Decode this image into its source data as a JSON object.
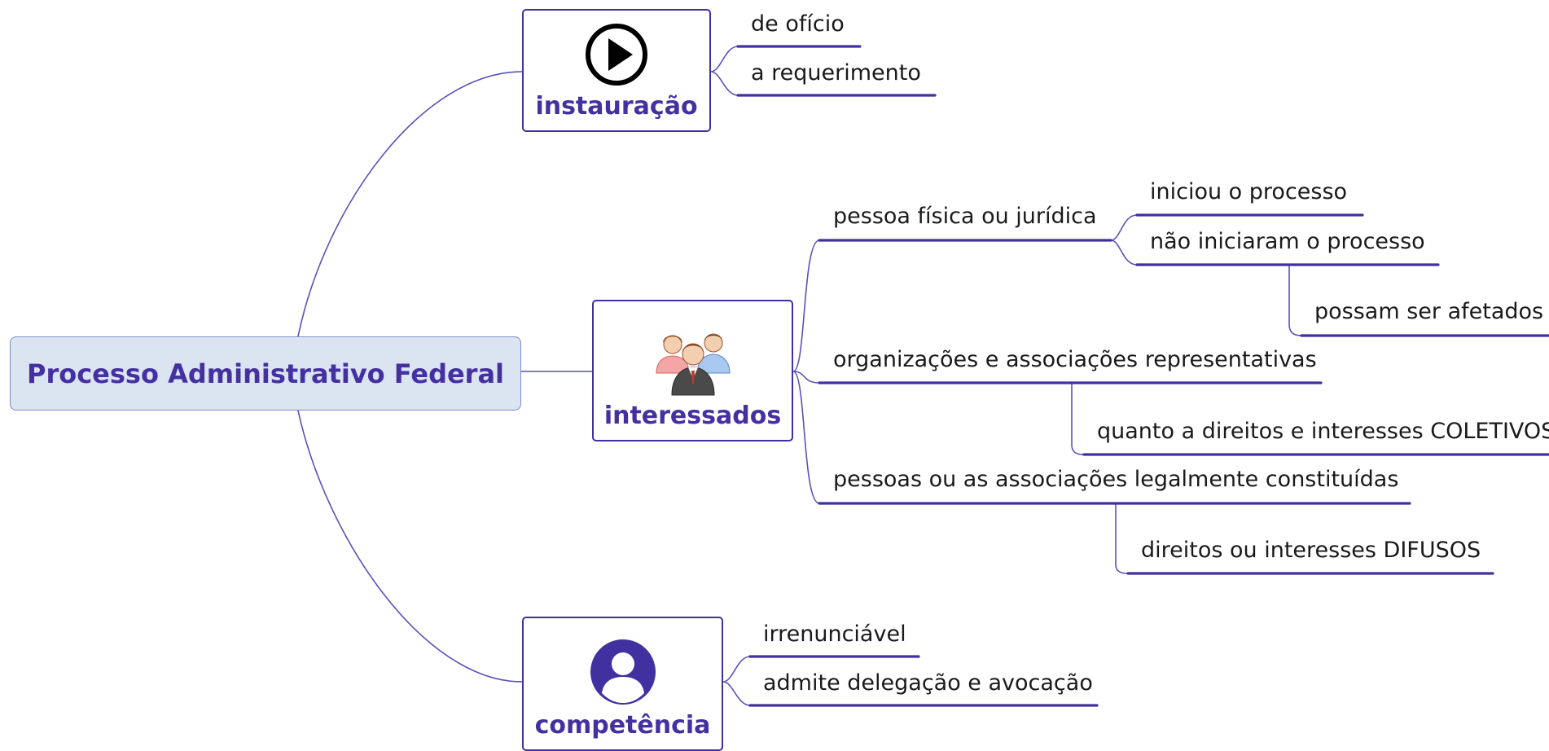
{
  "root": {
    "label": "Processo Administrativo Federal"
  },
  "branches": {
    "instauracao": {
      "label": "instauração",
      "icon": "play-icon",
      "children": [
        "de ofício",
        "a requerimento"
      ]
    },
    "interessados": {
      "label": "interessados",
      "icon": "people-group-icon",
      "children": [
        {
          "label": "pessoa física ou jurídica",
          "children": [
            {
              "label": "iniciou o processo"
            },
            {
              "label": "não iniciaram o processo",
              "children": [
                "possam ser afetados"
              ]
            }
          ]
        },
        {
          "label": "organizações e associações representativas",
          "children": [
            "quanto a direitos e interesses COLETIVOS"
          ]
        },
        {
          "label": "pessoas ou as associações legalmente constituídas",
          "children": [
            "direitos ou interesses DIFUSOS"
          ]
        }
      ]
    },
    "competencia": {
      "label": "competência",
      "icon": "user-silhouette-icon",
      "children": [
        "irrenunciável",
        "admite delegação e avocação"
      ]
    }
  },
  "colors": {
    "accent": "#4030a0",
    "connector": "#5a52b8",
    "root_fill": "#dbe4f1",
    "text": "#1a1a1a"
  }
}
